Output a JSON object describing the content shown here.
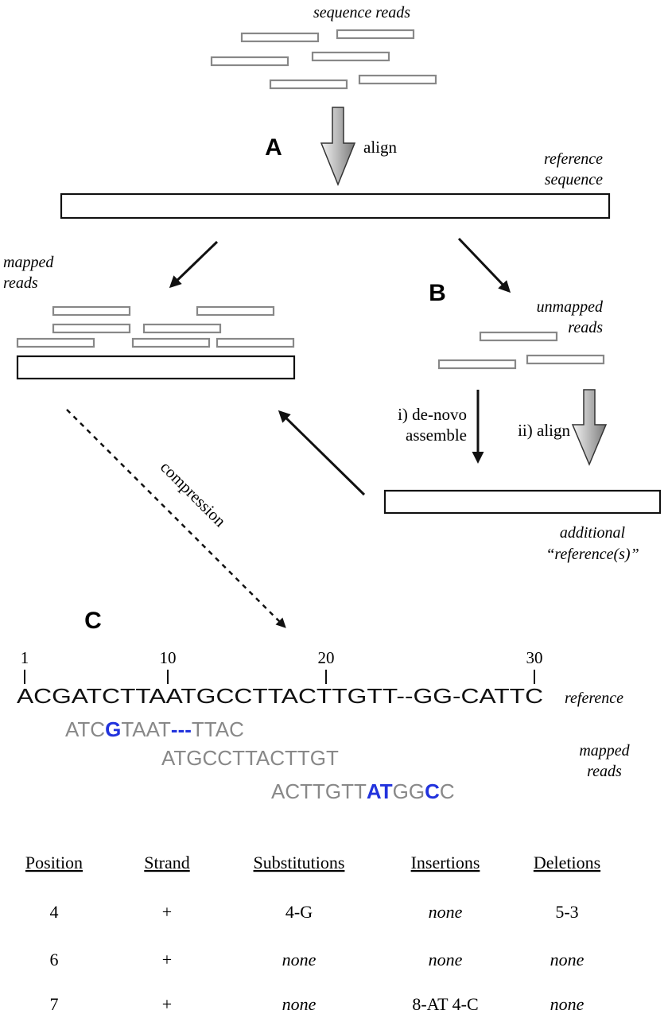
{
  "labels": {
    "sequence_reads": "sequence reads",
    "panel_a": "A",
    "align": "align",
    "reference_sequence_line1": "reference",
    "reference_sequence_line2": "sequence",
    "mapped_reads_line1": "mapped",
    "mapped_reads_line2": "reads",
    "panel_b": "B",
    "unmapped_reads_line1": "unmapped",
    "unmapped_reads_line2": "reads",
    "denovo_line1": "i) de-novo",
    "denovo_line2": "assemble",
    "align_ii": "ii) align",
    "additional_line1": "additional",
    "additional_line2": "“reference(s)”",
    "compression": "compression",
    "panel_c": "C"
  },
  "alignment": {
    "positions": [
      "1",
      "10",
      "20",
      "30"
    ],
    "reference_sequence": "ACGATCTTAATGCCTTACTTGTT--GG-CATTC",
    "reference_label": "reference",
    "mapped_reads_label_line1": "mapped",
    "mapped_reads_label_line2": "reads",
    "read1": {
      "pre": "ATC",
      "sub": "G",
      "mid": "TAAT",
      "del": "---",
      "post": "TTAC"
    },
    "read2": {
      "text": "ATGCCTTACTTGT"
    },
    "read3": {
      "pre": "ACTTGTT",
      "ins": "AT",
      "mid": "GG",
      "sub": "C",
      "post": "C"
    }
  },
  "colors": {
    "highlight": "#2233dd",
    "read_text": "#888888",
    "read_box": "#888888"
  },
  "table": {
    "headers": [
      "Position",
      "Strand",
      "Substitutions",
      "Insertions",
      "Deletions"
    ],
    "rows": [
      [
        "4",
        "+",
        "4-G",
        "none",
        "5-3"
      ],
      [
        "6",
        "+",
        "none",
        "none",
        "none"
      ],
      [
        "7",
        "+",
        "none",
        "8-AT 4-C",
        "none"
      ]
    ]
  }
}
